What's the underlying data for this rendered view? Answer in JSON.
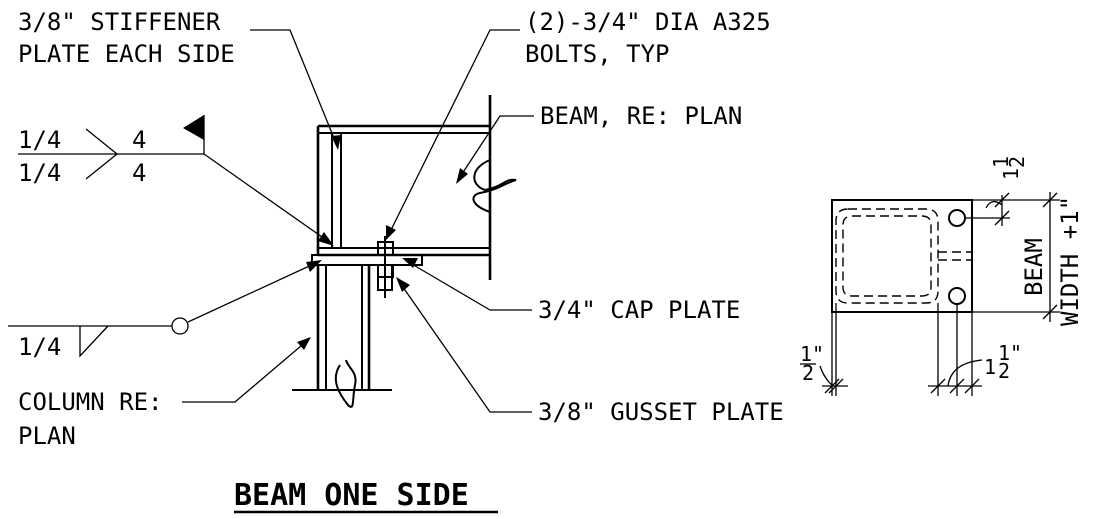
{
  "labels": {
    "stiffener_line1": "3/8\" STIFFENER",
    "stiffener_line2": "PLATE EACH SIDE",
    "bolts_line1": "(2)-3/4\" DIA A325",
    "bolts_line2": "BOLTS, TYP",
    "beam": "BEAM, RE: PLAN",
    "cap_plate": "3/4\" CAP PLATE",
    "gusset_plate": "3/8\" GUSSET PLATE",
    "column_line1": "COLUMN RE:",
    "column_line2": "PLAN"
  },
  "welds": {
    "top_size_upper": "1/4",
    "top_size_lower": "1/4",
    "top_length_upper": "4",
    "top_length_lower": "4",
    "bottom_size": "1/4"
  },
  "dimensions": {
    "edge_top_whole": "1",
    "edge_top_num": "1",
    "edge_top_den": "2",
    "beam_width_line1": "BEAM",
    "beam_width_line2": "WIDTH +1\"",
    "left_num": "1\"",
    "left_den": "2",
    "bottom_whole": "1",
    "bottom_num": "1\"",
    "bottom_den": "2"
  },
  "title": "BEAM ONE SIDE"
}
